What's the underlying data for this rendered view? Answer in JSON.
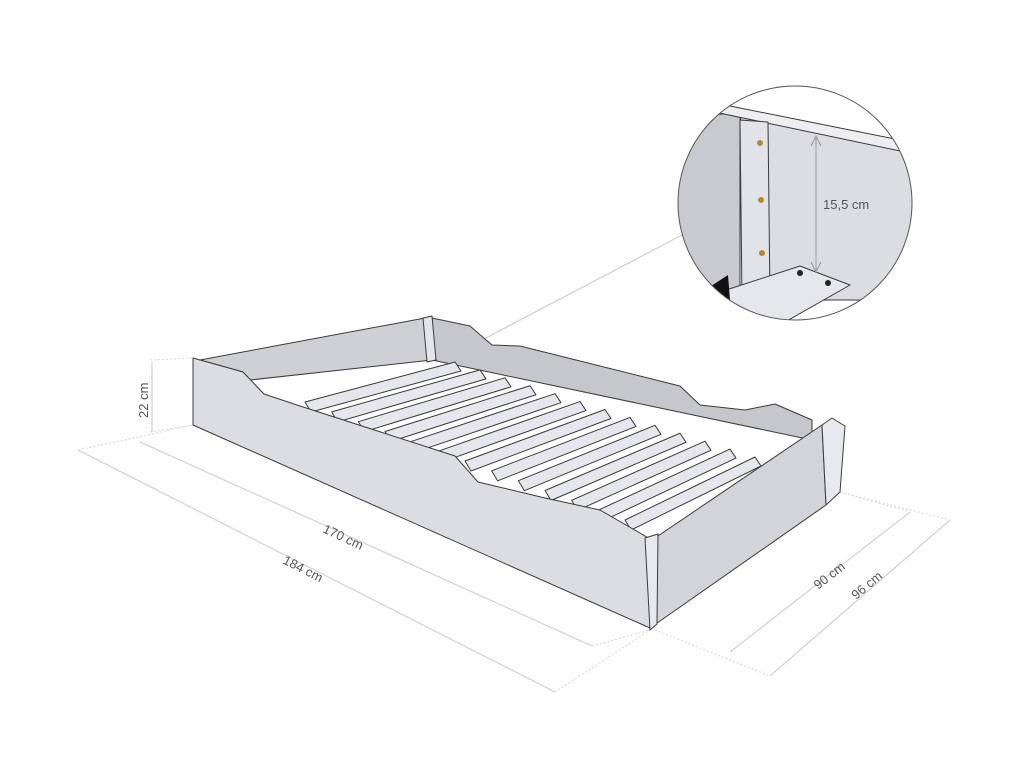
{
  "dimensions": {
    "height": "22 cm",
    "inner_length": "170 cm",
    "outer_length": "184 cm",
    "inner_width": "90 cm",
    "outer_width": "96 cm",
    "side_height_detail": "15,5 cm"
  },
  "colors": {
    "panel_front": "#dcdde3",
    "panel_inner": "#c9cad0",
    "slat": "#e6e7ec",
    "dimension_line": "#d4d4d4"
  },
  "slat_count": 13
}
